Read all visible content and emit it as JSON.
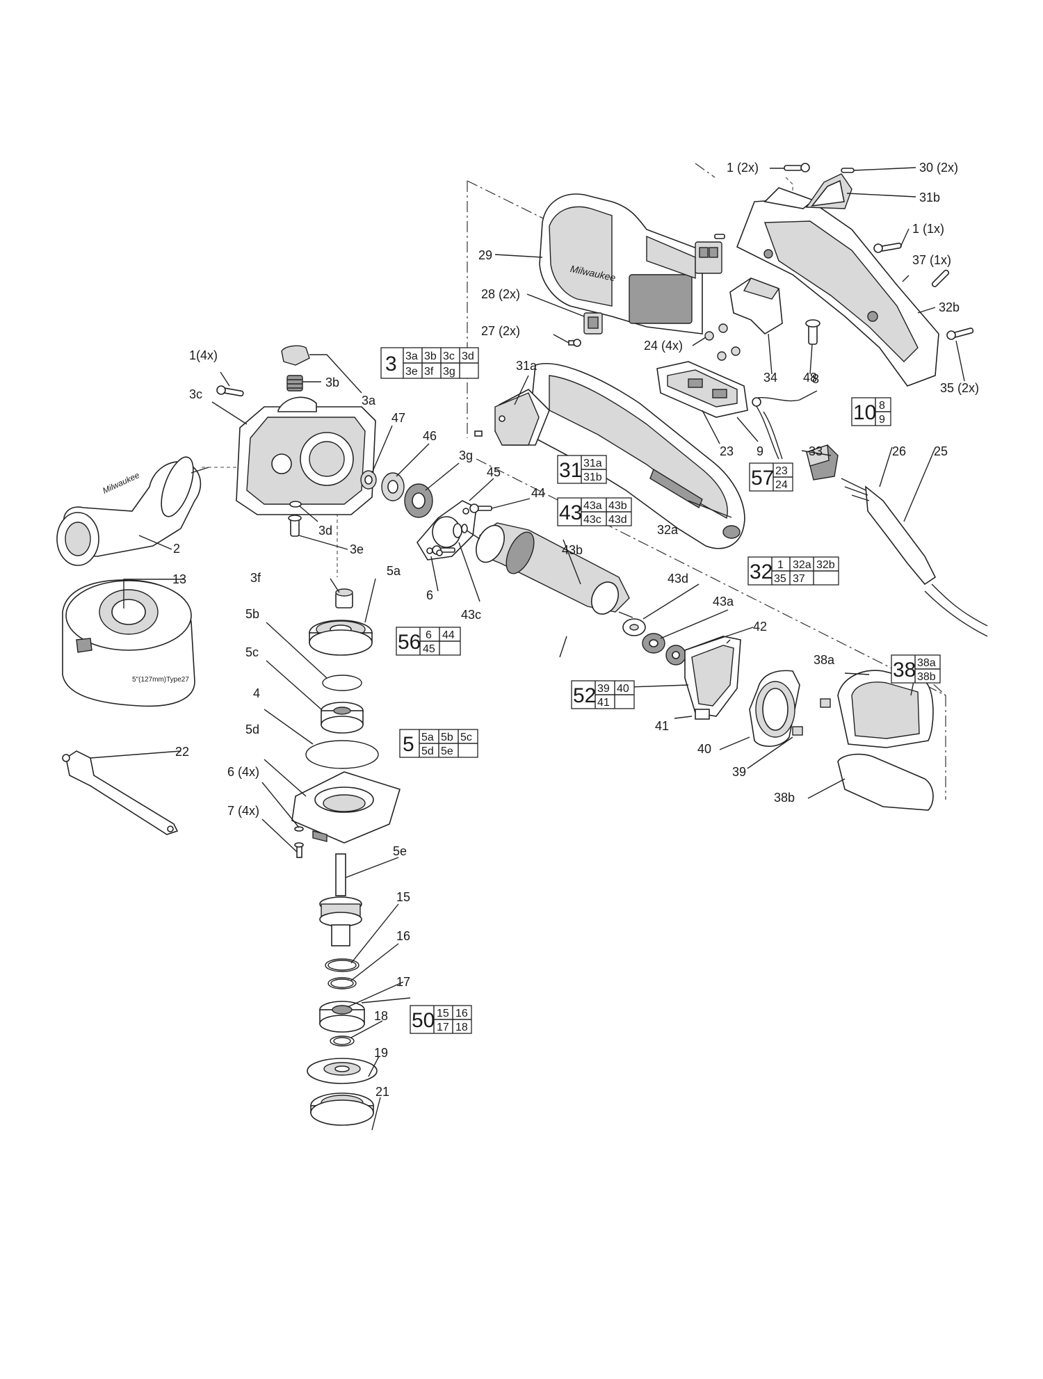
{
  "labels": [
    {
      "id": "l1_2x",
      "text": "1 (2x)"
    },
    {
      "id": "l30_2x",
      "text": "30 (2x)"
    },
    {
      "id": "l31b",
      "text": "31b"
    },
    {
      "id": "l1_1x",
      "text": "1 (1x)"
    },
    {
      "id": "l29",
      "text": "29"
    },
    {
      "id": "l37_1x",
      "text": "37 (1x)"
    },
    {
      "id": "l28_2x",
      "text": "28 (2x)"
    },
    {
      "id": "l32b",
      "text": "32b"
    },
    {
      "id": "l27_2x",
      "text": "27 (2x)"
    },
    {
      "id": "l24_4x",
      "text": "24 (4x)"
    },
    {
      "id": "l1_4x",
      "text": "1(4x)"
    },
    {
      "id": "l3b",
      "text": "3b"
    },
    {
      "id": "l3c",
      "text": "3c"
    },
    {
      "id": "l3a",
      "text": "3a"
    },
    {
      "id": "l31a",
      "text": "31a"
    },
    {
      "id": "l34",
      "text": "34"
    },
    {
      "id": "l48",
      "text": "48"
    },
    {
      "id": "l8",
      "text": "8"
    },
    {
      "id": "l35_2x",
      "text": "35 (2x)"
    },
    {
      "id": "l47",
      "text": "47"
    },
    {
      "id": "l46",
      "text": "46"
    },
    {
      "id": "l3g",
      "text": "3g"
    },
    {
      "id": "l23",
      "text": "23"
    },
    {
      "id": "l9",
      "text": "9"
    },
    {
      "id": "l33",
      "text": "33"
    },
    {
      "id": "l26",
      "text": "26"
    },
    {
      "id": "l25",
      "text": "25"
    },
    {
      "id": "l45",
      "text": "45"
    },
    {
      "id": "l44",
      "text": "44"
    },
    {
      "id": "l3d",
      "text": "3d"
    },
    {
      "id": "l3e",
      "text": "3e"
    },
    {
      "id": "l2",
      "text": "2"
    },
    {
      "id": "l32a",
      "text": "32a"
    },
    {
      "id": "l13",
      "text": "13"
    },
    {
      "id": "l3f",
      "text": "3f"
    },
    {
      "id": "l5a",
      "text": "5a"
    },
    {
      "id": "l6",
      "text": "6"
    },
    {
      "id": "l43c",
      "text": "43c"
    },
    {
      "id": "l43b",
      "text": "43b"
    },
    {
      "id": "l5b",
      "text": "5b"
    },
    {
      "id": "l43d",
      "text": "43d"
    },
    {
      "id": "l43a",
      "text": "43a"
    },
    {
      "id": "l42",
      "text": "42"
    },
    {
      "id": "l38a",
      "text": "38a"
    },
    {
      "id": "l5c",
      "text": "5c"
    },
    {
      "id": "l4",
      "text": "4"
    },
    {
      "id": "l5d",
      "text": "5d"
    },
    {
      "id": "l22",
      "text": "22"
    },
    {
      "id": "l6_4x",
      "text": "6 (4x)"
    },
    {
      "id": "l41",
      "text": "41"
    },
    {
      "id": "l40",
      "text": "40"
    },
    {
      "id": "l39",
      "text": "39"
    },
    {
      "id": "l38b",
      "text": "38b"
    },
    {
      "id": "l7_4x",
      "text": "7 (4x)"
    },
    {
      "id": "l5e",
      "text": "5e"
    },
    {
      "id": "l15",
      "text": "15"
    },
    {
      "id": "l16",
      "text": "16"
    },
    {
      "id": "l17",
      "text": "17"
    },
    {
      "id": "l18",
      "text": "18"
    },
    {
      "id": "l19",
      "text": "19"
    },
    {
      "id": "l21",
      "text": "21"
    }
  ],
  "guard_marking": "5\"(127mm)Type27",
  "brand_mark": "Milwaukee",
  "kits": [
    {
      "id": "k3",
      "main": "3",
      "rows": [
        [
          "3a",
          "3b",
          "3c",
          "3d"
        ],
        [
          "3e",
          "3f",
          "3g",
          ""
        ]
      ]
    },
    {
      "id": "k10",
      "main": "10",
      "rows": [
        [
          "8"
        ],
        [
          "9"
        ]
      ]
    },
    {
      "id": "k31",
      "main": "31",
      "rows": [
        [
          "31a"
        ],
        [
          "31b"
        ]
      ]
    },
    {
      "id": "k57",
      "main": "57",
      "rows": [
        [
          "23"
        ],
        [
          "24"
        ]
      ]
    },
    {
      "id": "k43",
      "main": "43",
      "rows": [
        [
          "43a",
          "43b"
        ],
        [
          "43c",
          "43d"
        ]
      ]
    },
    {
      "id": "k32",
      "main": "32",
      "rows": [
        [
          "1",
          "32a",
          "32b"
        ],
        [
          "35",
          "37",
          ""
        ]
      ]
    },
    {
      "id": "k56",
      "main": "56",
      "rows": [
        [
          "6",
          "44"
        ],
        [
          "45",
          ""
        ]
      ]
    },
    {
      "id": "k38",
      "main": "38",
      "rows": [
        [
          "38a"
        ],
        [
          "38b"
        ]
      ]
    },
    {
      "id": "k52",
      "main": "52",
      "rows": [
        [
          "39",
          "40"
        ],
        [
          "41",
          ""
        ]
      ]
    },
    {
      "id": "k5",
      "main": "5",
      "rows": [
        [
          "5a",
          "5b",
          "5c"
        ],
        [
          "5d",
          "5e",
          ""
        ]
      ]
    },
    {
      "id": "k50",
      "main": "50",
      "rows": [
        [
          "15",
          "16"
        ],
        [
          "17",
          "18"
        ]
      ]
    }
  ]
}
